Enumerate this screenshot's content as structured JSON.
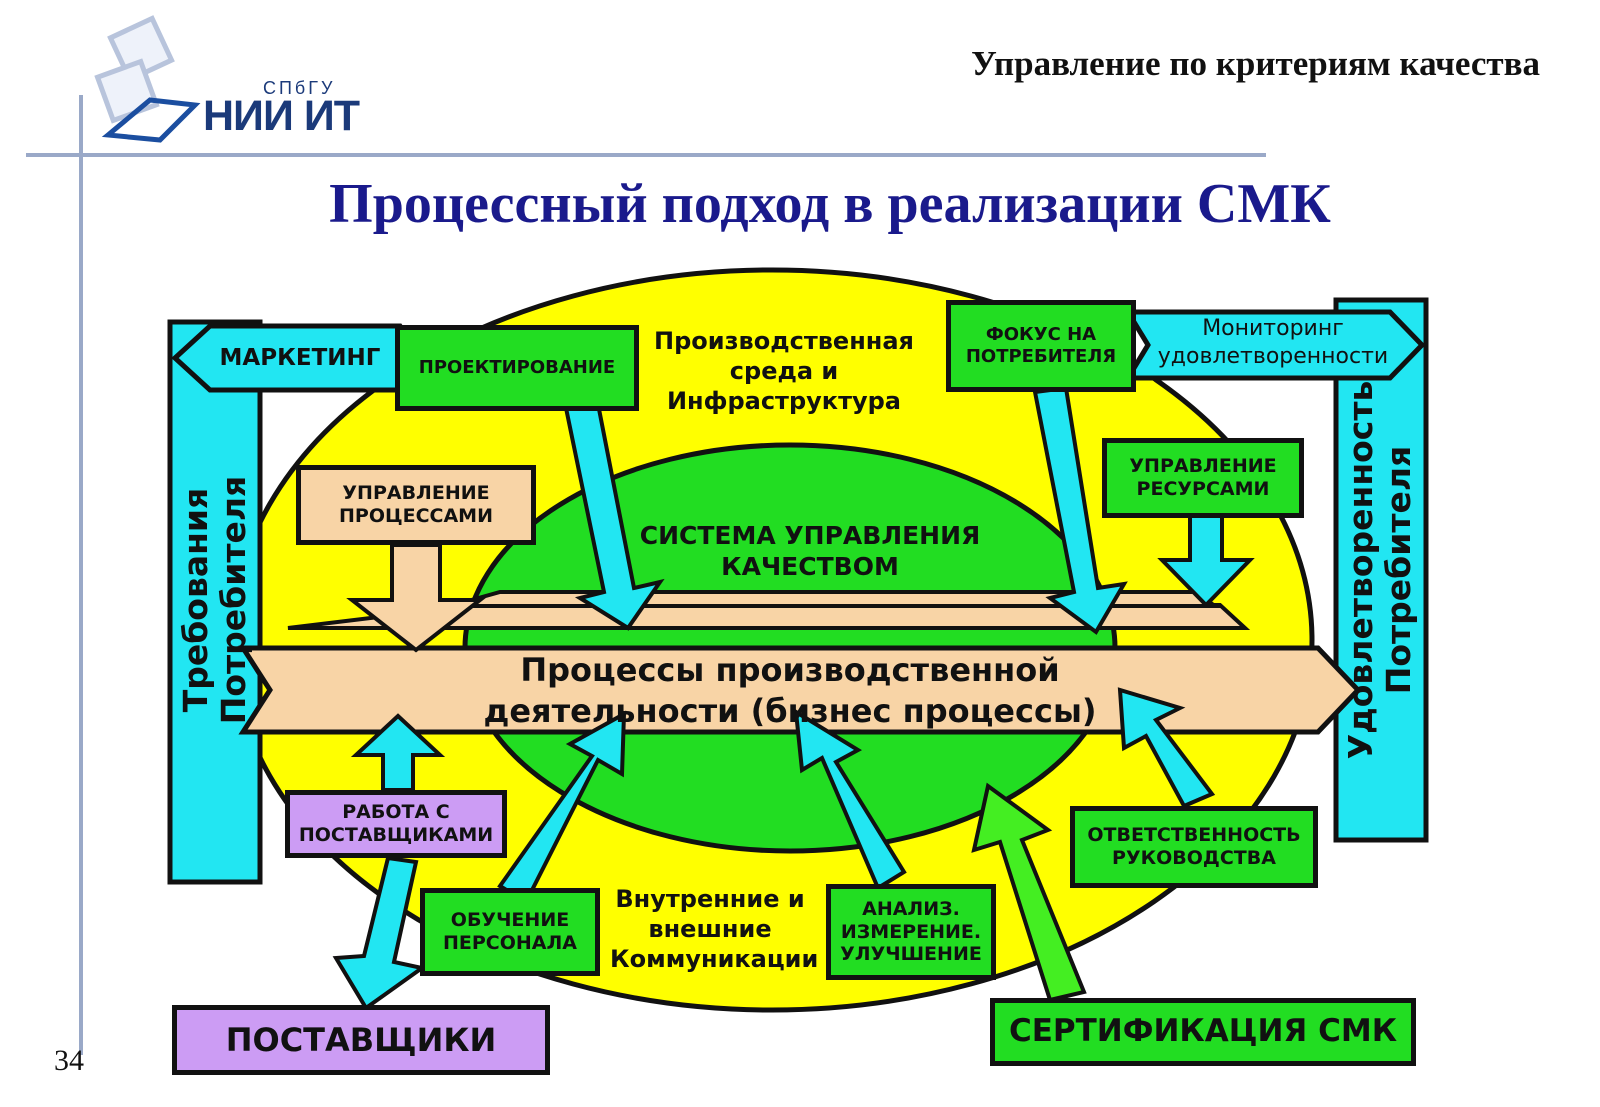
{
  "header": {
    "right_title": "Управление по критериям качества",
    "main_title": "Процессный подход в реализации СМК"
  },
  "logo": {
    "subtitle": "СПбГУ",
    "name": "НИИ ИТ"
  },
  "page_number": "34",
  "diagram": {
    "outer_zone_top": "Производственная\nсреда и\nИнфраструктура",
    "outer_zone_bottom": "Внутренние и\nвнешние\nКоммуникации",
    "inner_zone": "СИСТЕМА УПРАВЛЕНИЯ\nКАЧЕСТВОМ",
    "central_process": "Процессы производственной\nдеятельности (бизнес процессы)",
    "left_column": "Требования\nПотребителя",
    "right_column": "Удовлетворенность\nПотребителя",
    "marketing": "МАРКЕТИНГ",
    "monitoring": "Мониторинг\nудовлетворенности",
    "design": "ПРОЕКТИРОВАНИЕ",
    "customer_focus": "ФОКУС НА\nПОТРЕБИТЕЛЯ",
    "process_management": "УПРАВЛЕНИЕ\nПРОЦЕССАМИ",
    "resource_management": "УПРАВЛЕНИЕ\nРЕСУРСАМИ",
    "supplier_work": "РАБОТА С\nПОСТАВЩИКАМИ",
    "staff_training": "ОБУЧЕНИЕ\nПЕРСОНАЛА",
    "analysis": "АНАЛИЗ.\nИЗМЕРЕНИЕ.\nУЛУЧШЕНИЕ",
    "management_responsibility": "ОТВЕТСТВЕННОСТЬ\nРУКОВОДСТВА",
    "suppliers": "ПОСТАВЩИКИ",
    "certification": "СЕРТИФИКАЦИЯ СМК"
  },
  "colors": {
    "outer_ellipse": "#ffff00",
    "inner_ellipse": "#22dd22",
    "cyan": "#22e6f2",
    "green": "#22dd22",
    "peach": "#f8d4a6",
    "violet": "#cc9cf4",
    "title_blue": "#1a1a8c"
  }
}
